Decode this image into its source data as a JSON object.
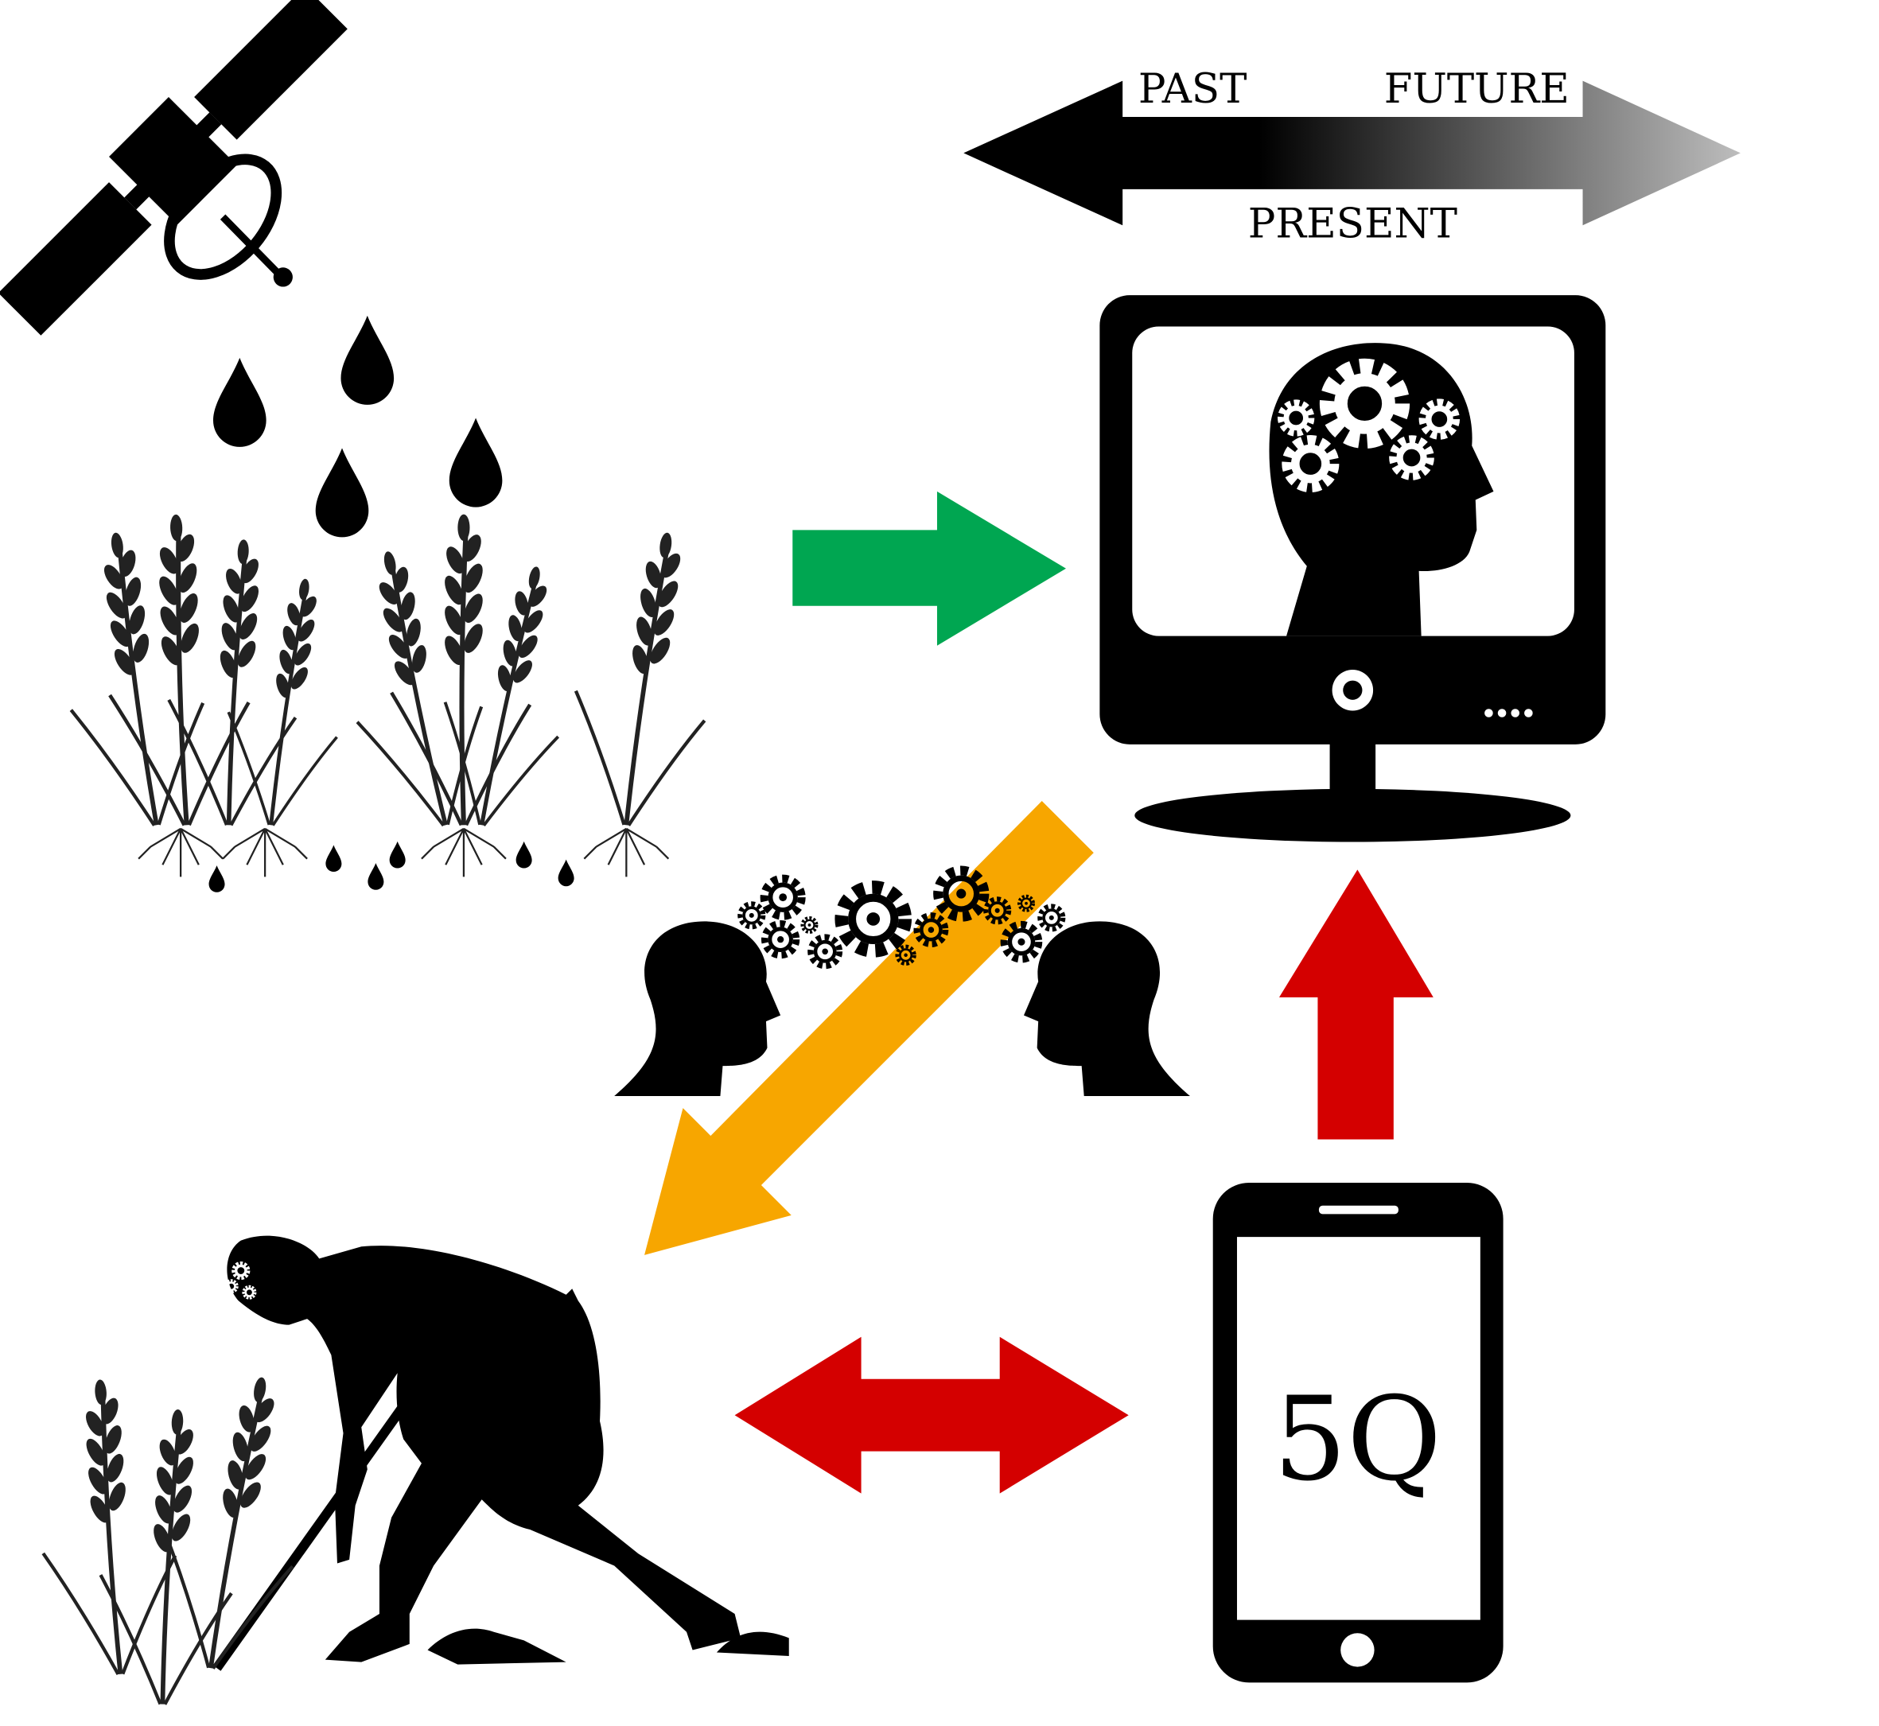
{
  "timeline": {
    "past_label": "PAST",
    "future_label": "FUTURE",
    "present_label": "PRESENT"
  },
  "phone": {
    "screen_text": "5Q"
  },
  "colors": {
    "green_arrow": "#00a651",
    "orange_arrow": "#f7a600",
    "red_arrow": "#d40000",
    "silhouette": "#000000",
    "timeline_fade": "#bdbdbd"
  },
  "icons": [
    "satellite-icon",
    "rain-drops-icon",
    "wheat-plants-icon",
    "computer-monitor-icon",
    "brain-gears-icon",
    "people-sharing-knowledge-icon",
    "farmer-icon",
    "smartphone-icon"
  ]
}
